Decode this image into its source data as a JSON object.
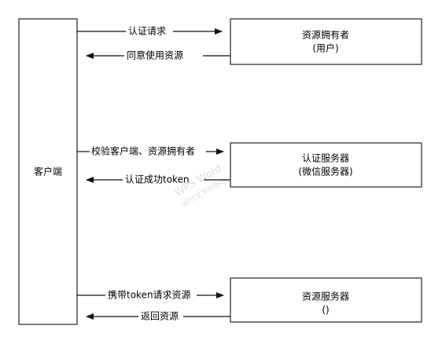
{
  "client": {
    "label": "客户端"
  },
  "boxes": {
    "owner": {
      "line1": "资源拥有者",
      "line2": "(用户)"
    },
    "auth": {
      "line1": "认证服务器",
      "line2": "(微信服务器)"
    },
    "resource": {
      "line1": "资源服务器",
      "line2": "()"
    }
  },
  "messages": {
    "m1": "认证请求",
    "m2": "同意使用资源",
    "m3": "校验客户端、资源拥有者",
    "m4": "认证成功token",
    "m5": "携带token请求资源",
    "m6": "返回资源"
  },
  "watermark": {
    "line1": "WPS Word",
    "line2": "WPS文字的图标"
  }
}
